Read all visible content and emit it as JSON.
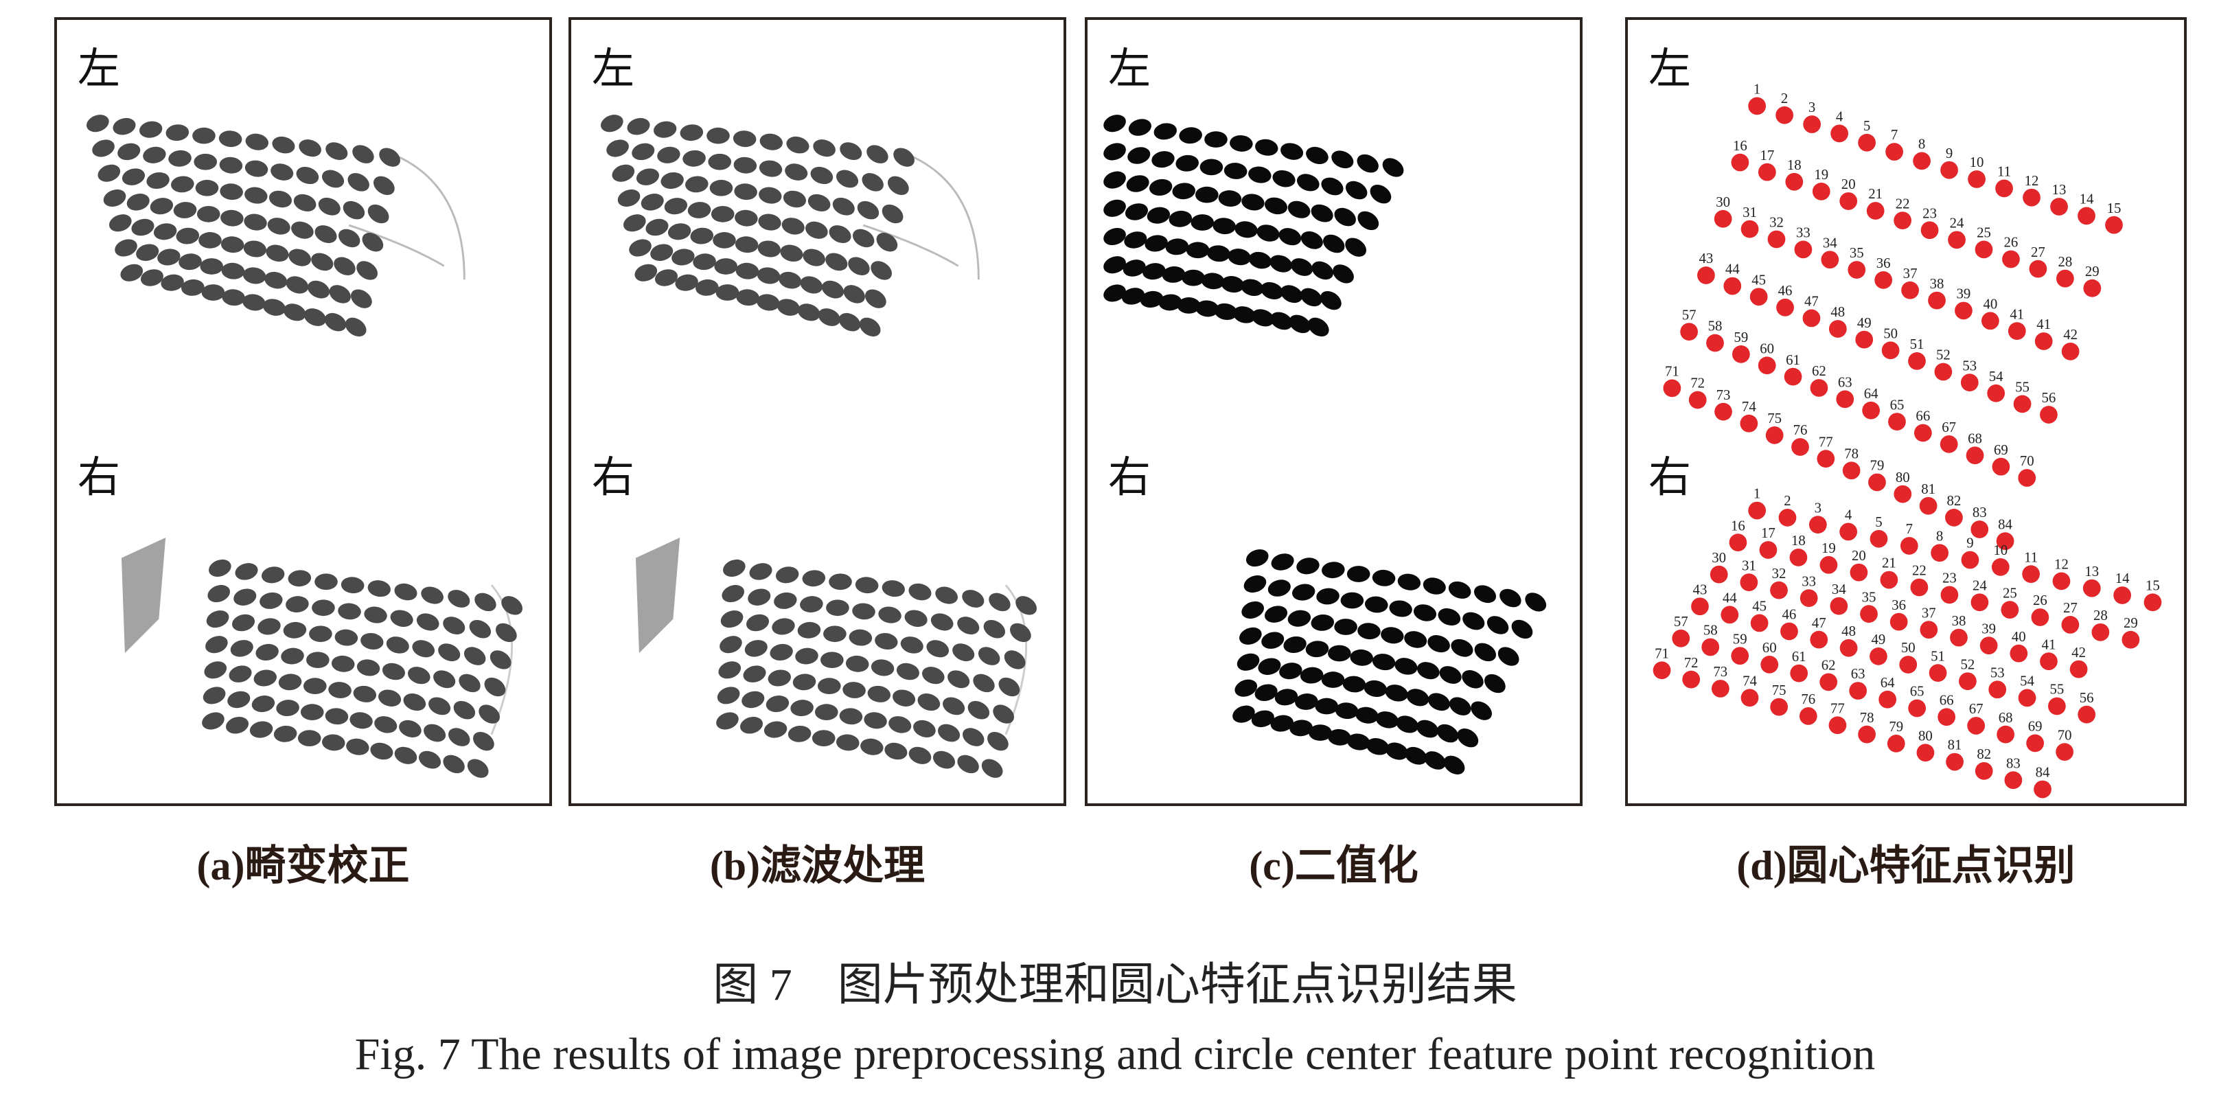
{
  "panels": [
    {
      "id": "a",
      "side_top": "左",
      "side_bottom": "右",
      "caption": "(a)畸变校正",
      "style": "gray"
    },
    {
      "id": "b",
      "side_top": "左",
      "side_bottom": "右",
      "caption": "(b)滤波处理",
      "style": "gray"
    },
    {
      "id": "c",
      "side_top": "左",
      "side_bottom": "右",
      "caption": "(c)二值化",
      "style": "binary"
    },
    {
      "id": "d",
      "side_top": "左",
      "side_bottom": "右",
      "caption": "(d)圆心特征点识别",
      "style": "points"
    }
  ],
  "points_left_rows": [
    [
      "1",
      "2",
      "3",
      "4",
      "5",
      "7",
      "8",
      "9",
      "10",
      "11",
      "12",
      "13",
      "14",
      "15"
    ],
    [
      "16",
      "17",
      "18",
      "19",
      "20",
      "21",
      "22",
      "23",
      "24",
      "25",
      "26",
      "27",
      "28",
      "29"
    ],
    [
      "30",
      "31",
      "32",
      "33",
      "34",
      "35",
      "36",
      "37",
      "38",
      "39",
      "40",
      "41",
      "41",
      "42"
    ],
    [
      "43",
      "44",
      "45",
      "46",
      "47",
      "48",
      "49",
      "50",
      "51",
      "52",
      "53",
      "54",
      "55",
      "56"
    ],
    [
      "57",
      "58",
      "59",
      "60",
      "61",
      "62",
      "63",
      "64",
      "65",
      "66",
      "67",
      "68",
      "69",
      "70"
    ],
    [
      "71",
      "72",
      "73",
      "74",
      "75",
      "76",
      "77",
      "78",
      "79",
      "80",
      "81",
      "82",
      "83",
      "84"
    ]
  ],
  "points_right_rows": [
    [
      "1",
      "2",
      "3",
      "4",
      "5",
      "7",
      "8",
      "9",
      "10",
      "11",
      "12",
      "13",
      "14",
      "15"
    ],
    [
      "16",
      "17",
      "18",
      "19",
      "20",
      "21",
      "22",
      "23",
      "24",
      "25",
      "26",
      "27",
      "28",
      "29"
    ],
    [
      "30",
      "31",
      "32",
      "33",
      "34",
      "35",
      "36",
      "37",
      "38",
      "39",
      "40",
      "41",
      "42"
    ],
    [
      "43",
      "44",
      "45",
      "46",
      "47",
      "48",
      "49",
      "50",
      "51",
      "52",
      "53",
      "54",
      "55",
      "56"
    ],
    [
      "57",
      "58",
      "59",
      "60",
      "61",
      "62",
      "63",
      "64",
      "65",
      "66",
      "67",
      "68",
      "69",
      "70"
    ],
    [
      "71",
      "72",
      "73",
      "74",
      "75",
      "76",
      "77",
      "78",
      "79",
      "80",
      "81",
      "82",
      "83",
      "84"
    ]
  ],
  "colors": {
    "point": "#e3262a",
    "dot_gray": "#4a4a4a",
    "dot_binary": "#0a0a0a",
    "border": "#2a2320"
  },
  "caption_cn": "图 7　图片预处理和圆心特征点识别结果",
  "caption_en": "Fig. 7   The results of image preprocessing and circle center feature point recognition"
}
